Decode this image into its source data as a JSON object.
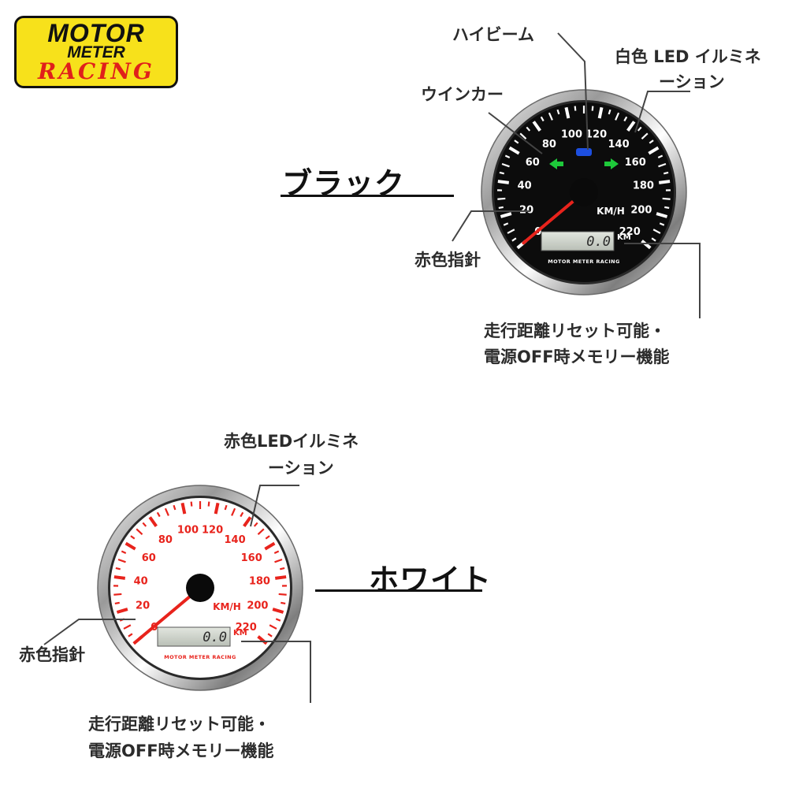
{
  "logo": {
    "line1": "MOTOR",
    "line2": "METER",
    "line3": "RACING",
    "colors": {
      "background": "#f7e11b",
      "text": "#111111",
      "accent": "#e0201b"
    }
  },
  "black_variant": {
    "title": "ブラック",
    "callouts": {
      "high_beam": "ハイビーム",
      "illumination_line1": "白色 LED イルミネ",
      "illumination_line2": "ーション",
      "turn_signal": "ウインカー",
      "needle": "赤色指針",
      "odometer_line1": "走行距離リセット可能・",
      "odometer_line2": "電源OFF時メモリー機能"
    },
    "gauge": {
      "ticks": [
        "0",
        "20",
        "40",
        "60",
        "80",
        "100",
        "120",
        "140",
        "160",
        "180",
        "200",
        "220"
      ],
      "unit": "KM/H",
      "odometer_value": "0.0",
      "odometer_unit": "KM",
      "brand": "MOTOR METER RACING",
      "needle_value": 0,
      "face_color": "#0c0c0c",
      "mark_color": "#ffffff",
      "needle_color": "#e8231c"
    }
  },
  "white_variant": {
    "title": "ホワイト",
    "callouts": {
      "illumination_line1": "赤色LEDイルミネ",
      "illumination_line2": "ーション",
      "needle": "赤色指針",
      "odometer_line1": "走行距離リセット可能・",
      "odometer_line2": "電源OFF時メモリー機能"
    },
    "gauge": {
      "ticks": [
        "0",
        "20",
        "40",
        "60",
        "80",
        "100",
        "120",
        "140",
        "160",
        "180",
        "200",
        "220"
      ],
      "unit": "KM/H",
      "odometer_value": "0.0",
      "odometer_unit": "KM",
      "brand": "MOTOR METER RACING",
      "needle_value": 0,
      "face_color": "#ffffff",
      "mark_color": "#e8231c",
      "needle_color": "#e8231c"
    }
  }
}
